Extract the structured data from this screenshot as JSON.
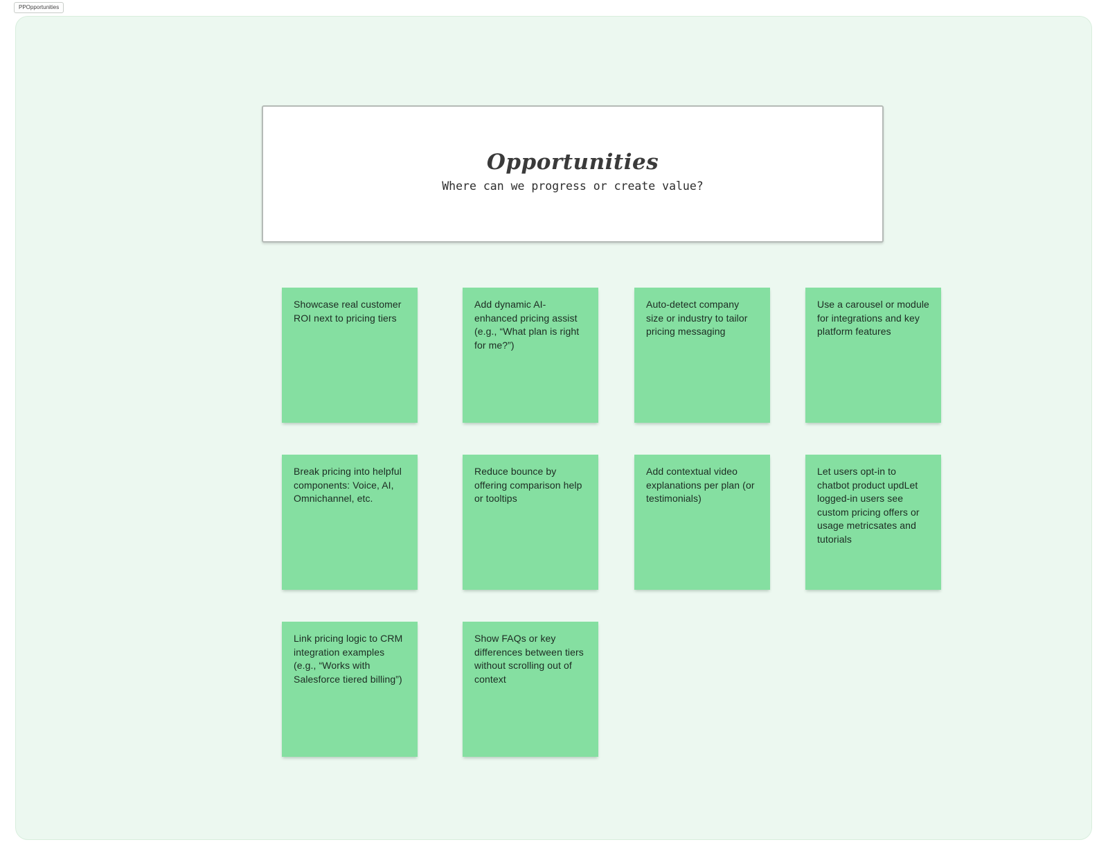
{
  "section": {
    "tab_label": "PPOpportunities"
  },
  "header_card": {
    "title": "Opportunities",
    "subtitle": "Where can we progress or create value?"
  },
  "notes": [
    {
      "text": "Showcase real customer ROI next to pricing tiers"
    },
    {
      "text": "Add dynamic AI-enhanced pricing assist (e.g., “What plan is right for me?”)"
    },
    {
      "text": "Auto-detect company size or industry to tailor pricing messaging"
    },
    {
      "text": "Use a carousel or module for integrations and key platform features"
    },
    {
      "text": "Break pricing into helpful components: Voice, AI, Omnichannel, etc."
    },
    {
      "text": "Reduce bounce by offering comparison help or tooltips"
    },
    {
      "text": "Add contextual video explanations per plan (or testimonials)"
    },
    {
      "text": "Let users opt-in to chatbot product updLet logged-in users see custom pricing offers or usage metricsates and tutorials"
    },
    {
      "text": "Link pricing logic to CRM integration examples (e.g., “Works with Salesforce tiered billing”)"
    },
    {
      "text": "Show FAQs or key differences between tiers without scrolling out of context"
    }
  ],
  "colors": {
    "canvas_bg": "#ecf8f0",
    "canvas_border": "#d8eedd",
    "note_bg": "#85dfa1",
    "note_text": "#1c2b22",
    "card_border": "#b4bab6",
    "title_color": "#3a3a3a"
  }
}
